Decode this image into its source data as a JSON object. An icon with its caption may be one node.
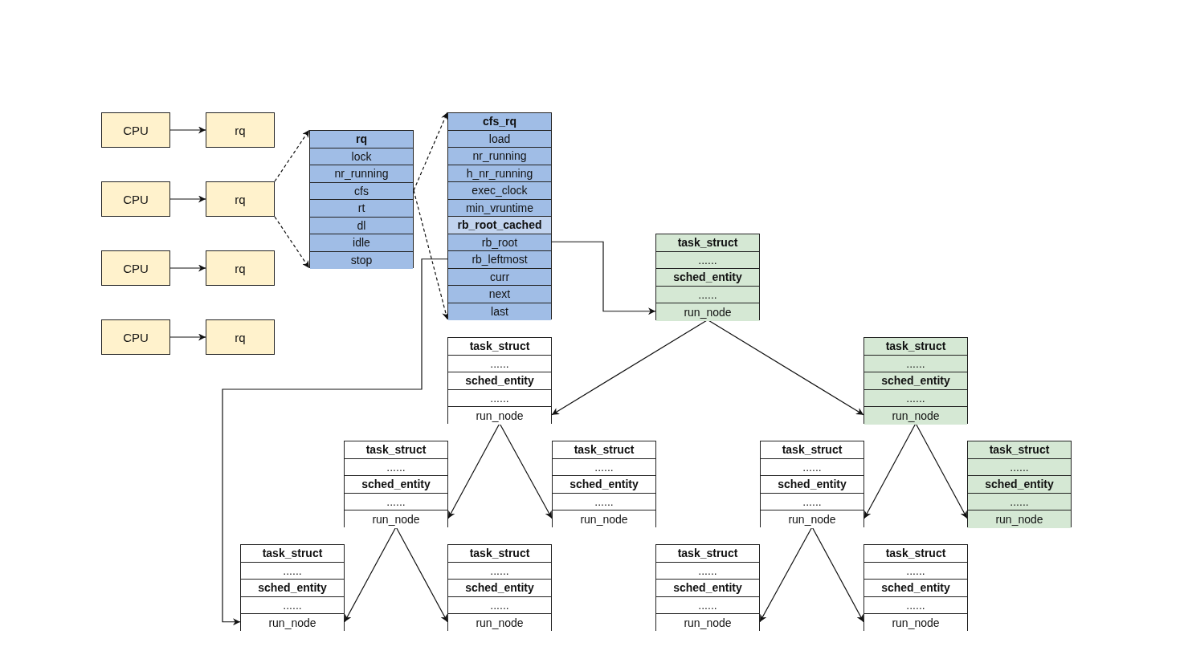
{
  "diagram": {
    "nodes": [
      {
        "text": [
          "CPU"
        ]
      },
      {
        "text": [
          "rq"
        ]
      },
      {
        "text": [
          "CPU"
        ]
      },
      {
        "text": [
          "rq"
        ]
      },
      {
        "text": [
          "CPU"
        ]
      },
      {
        "text": [
          "rq"
        ]
      },
      {
        "text": [
          "CPU"
        ]
      },
      {
        "text": [
          "rq"
        ]
      },
      {
        "text": [
          "rq",
          "lock",
          "nr_running",
          "cfs",
          "rt",
          "dl",
          "idle",
          "stop"
        ]
      },
      {
        "text": [
          "cfs_rq",
          "load",
          "nr_running",
          "h_nr_running",
          "exec_clock",
          "min_vruntime",
          "rb_root_cached",
          "rb_root",
          "rb_leftmost",
          "curr",
          "next",
          "last"
        ]
      },
      {
        "text": [
          "task_struct",
          "......",
          "sched_entity",
          "......",
          "run_node"
        ]
      },
      {
        "text": [
          "task_struct",
          "......",
          "sched_entity",
          "......",
          "run_node"
        ]
      },
      {
        "text": [
          "task_struct",
          "......",
          "sched_entity",
          "......",
          "run_node"
        ]
      },
      {
        "text": [
          "task_struct",
          "......",
          "sched_entity",
          "......",
          "run_node"
        ]
      },
      {
        "text": [
          "task_struct",
          "......",
          "sched_entity",
          "......",
          "run_node"
        ]
      },
      {
        "text": [
          "task_struct",
          "......",
          "sched_entity",
          "......",
          "run_node"
        ]
      },
      {
        "text": [
          "task_struct",
          "......",
          "sched_entity",
          "......",
          "run_node"
        ]
      },
      {
        "text": [
          "task_struct",
          "......",
          "sched_entity",
          "......",
          "run_node"
        ]
      },
      {
        "text": [
          "task_struct",
          "......",
          "sched_entity",
          "......",
          "run_node"
        ]
      },
      {
        "text": [
          "task_struct",
          "......",
          "sched_entity",
          "......",
          "run_node"
        ]
      },
      {
        "text": [
          "task_struct",
          "......",
          "sched_entity",
          "......",
          "run_node"
        ]
      }
    ],
    "edges": [
      {
        "from": 0,
        "to": 1,
        "arrow": "to"
      },
      {
        "from": 2,
        "to": 3,
        "arrow": "to"
      },
      {
        "from": 4,
        "to": 5,
        "arrow": "to"
      },
      {
        "from": 6,
        "to": 7,
        "arrow": "to"
      },
      {
        "from": 3,
        "to": 8,
        "arrow": "to",
        "style": "dashed"
      },
      {
        "from": 3,
        "to": 8,
        "arrow": "to",
        "style": "dashed"
      },
      {
        "from": 8,
        "to": 9,
        "arrow": "to",
        "style": "dashed"
      },
      {
        "from": 8,
        "to": 9,
        "arrow": "to",
        "style": "dashed"
      },
      {
        "from": 9,
        "to": 10,
        "arrow": "to"
      },
      {
        "from": 9,
        "to": 17,
        "arrow": "to"
      },
      {
        "from": 10,
        "to": 11,
        "arrow": "to"
      },
      {
        "from": 10,
        "to": 12,
        "arrow": "to"
      },
      {
        "from": 11,
        "to": 13,
        "arrow": "to"
      },
      {
        "from": 11,
        "to": 14,
        "arrow": "to"
      },
      {
        "from": 12,
        "to": 15,
        "arrow": "to"
      },
      {
        "from": 12,
        "to": 16,
        "arrow": "to"
      },
      {
        "from": 13,
        "to": 17,
        "arrow": "to"
      },
      {
        "from": 13,
        "to": 18,
        "arrow": "to"
      },
      {
        "from": 15,
        "to": 19,
        "arrow": "to"
      },
      {
        "from": 15,
        "to": 20,
        "arrow": "to"
      }
    ]
  }
}
